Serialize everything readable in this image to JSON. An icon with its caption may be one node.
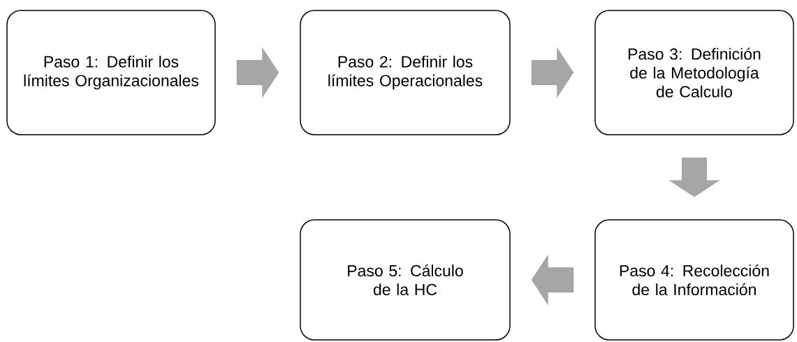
{
  "diagram": {
    "nodes": [
      {
        "text": [
          "Paso 1: Definir los límites Organizacionales"
        ]
      },
      {
        "text": [
          "Paso 2: Definir los límites Operacionales"
        ]
      },
      {
        "text": [
          "Paso 3: Definición de la Metodología de Calculo"
        ]
      },
      {
        "text": [
          "Paso 4: Recolección de la Información"
        ]
      },
      {
        "text": [
          "Paso 5: Cálculo de la HC"
        ]
      }
    ],
    "edges": [
      {
        "from": 0,
        "to": 1,
        "arrow": "to"
      },
      {
        "from": 1,
        "to": 2,
        "arrow": "to"
      },
      {
        "from": 2,
        "to": 3,
        "arrow": "to"
      },
      {
        "from": 3,
        "to": 4,
        "arrow": "to"
      }
    ]
  }
}
